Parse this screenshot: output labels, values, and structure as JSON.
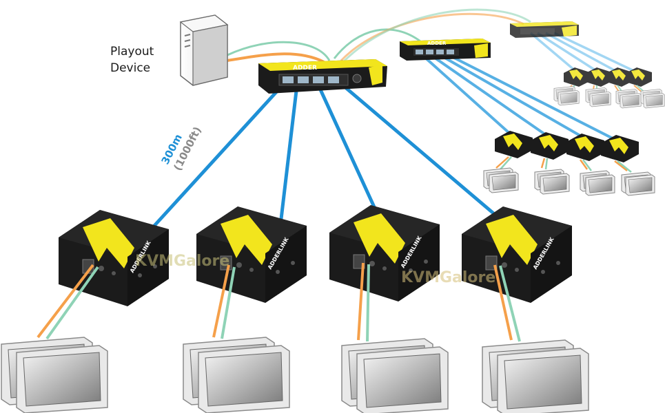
{
  "labels": {
    "playout_line1": "Playout",
    "playout_line2": "Device",
    "distance_main": "300m",
    "distance_sub": "(1000ft)"
  },
  "branding": {
    "device_brand": "ADDER",
    "receiver_brand": "ADDERLINK",
    "watermark_1": "KVMGalore",
    "watermark_2": "KVMGalore"
  },
  "colors": {
    "cable_blue": "#1e90d6",
    "cable_orange": "#f5a04a",
    "cable_green": "#8fd3b6",
    "device_yellow": "#f2e51d",
    "device_black": "#1b1b1b"
  },
  "diagram": {
    "nodes": [
      "playout-device",
      "main-transmitter",
      "secondary-transmitter-1",
      "secondary-transmitter-2",
      "receivers",
      "displays"
    ],
    "receiver_count": 4
  }
}
